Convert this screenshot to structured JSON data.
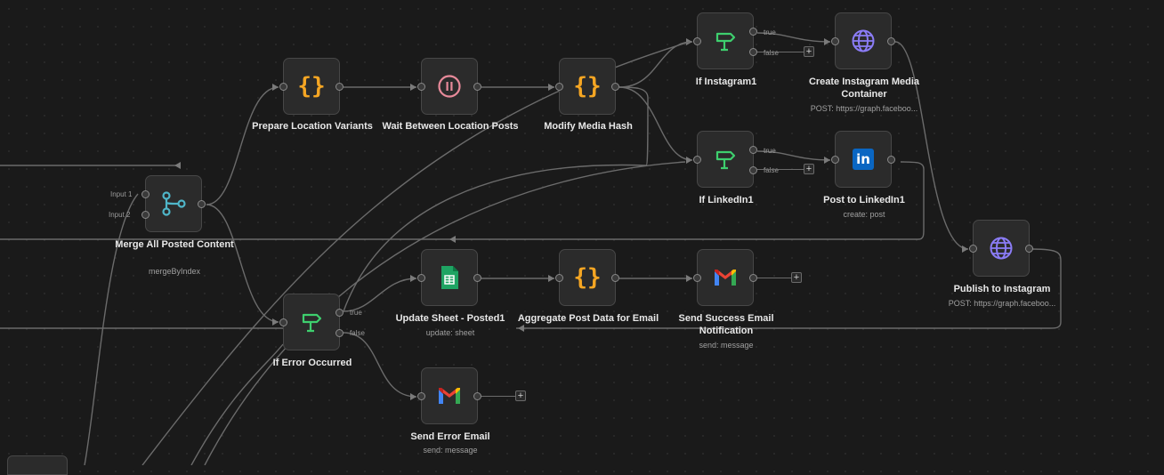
{
  "nodes": {
    "merge": {
      "title": "Merge All Posted Content",
      "subtitle": "mergeByIndex",
      "input1": "Input 1",
      "input2": "Input 2",
      "icon": "merge-icon"
    },
    "prepare": {
      "title": "Prepare Location Variants",
      "icon": "code-braces-icon"
    },
    "wait": {
      "title": "Wait Between Location Posts",
      "icon": "pause-icon"
    },
    "modify": {
      "title": "Modify Media Hash",
      "icon": "code-braces-icon"
    },
    "if_instagram": {
      "title": "If Instagram1",
      "true_label": "true",
      "false_label": "false",
      "icon": "signpost-icon"
    },
    "create_instagram": {
      "title": "Create Instagram Media Container",
      "subtitle": "POST: https://graph.faceboo...",
      "icon": "globe-icon"
    },
    "if_linkedin": {
      "title": "If LinkedIn1",
      "true_label": "true",
      "false_label": "false",
      "icon": "signpost-icon"
    },
    "post_linkedin": {
      "title": "Post to LinkedIn1",
      "subtitle": "create: post",
      "icon": "linkedin-icon"
    },
    "publish_instagram": {
      "title": "Publish to Instagram",
      "subtitle": "POST: https://graph.faceboo...",
      "icon": "globe-icon"
    },
    "if_error": {
      "title": "If Error Occurred",
      "true_label": "true",
      "false_label": "false",
      "icon": "signpost-icon"
    },
    "update_sheet": {
      "title": "Update Sheet - Posted1",
      "subtitle": "update: sheet",
      "icon": "google-sheets-icon"
    },
    "aggregate": {
      "title": "Aggregate Post Data for Email",
      "icon": "code-braces-icon"
    },
    "send_success": {
      "title": "Send Success Email Notification",
      "subtitle": "send: message",
      "icon": "gmail-icon"
    },
    "send_error": {
      "title": "Send Error Email",
      "subtitle": "send: message",
      "icon": "gmail-icon"
    }
  },
  "add_symbol": "+",
  "colors": {
    "background": "#1a1a1a",
    "node_bg": "#2b2b2b",
    "code_orange": "#f5a623",
    "wait_pink": "#e88a9a",
    "if_green": "#3ecf6e",
    "globe_purple": "#8b7cf6",
    "merge_teal": "#4fb6c9",
    "linkedin_blue": "#0a66c2",
    "sheets_green": "#1fa463"
  }
}
